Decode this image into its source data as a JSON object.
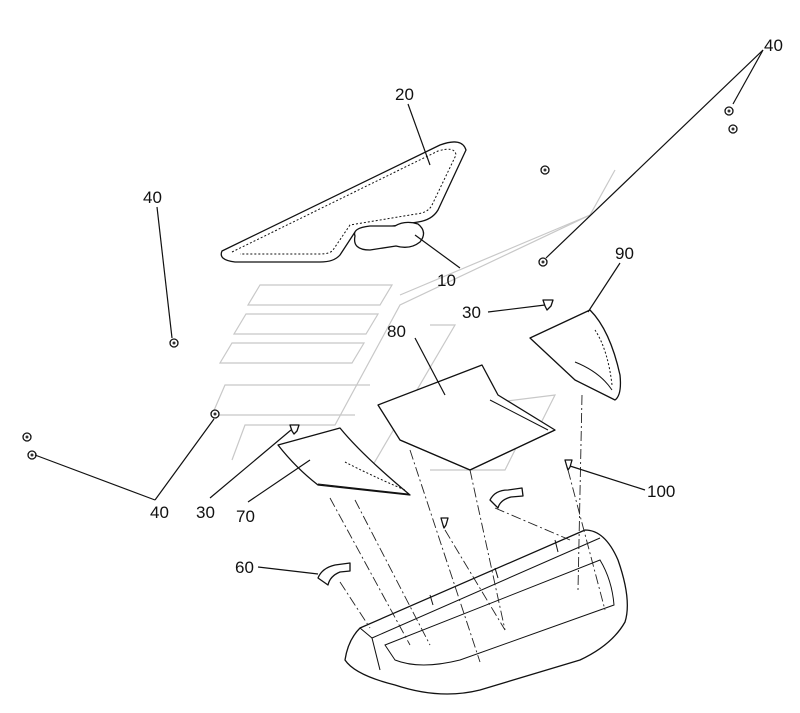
{
  "diagram": {
    "callouts": {
      "c10": "10",
      "c20": "20",
      "c30a": "30",
      "c30b": "30",
      "c40_top_right": "40",
      "c40_left": "40",
      "c40_bottom": "40",
      "c60": "60",
      "c70": "70",
      "c80": "80",
      "c90": "90",
      "c100": "100"
    }
  }
}
